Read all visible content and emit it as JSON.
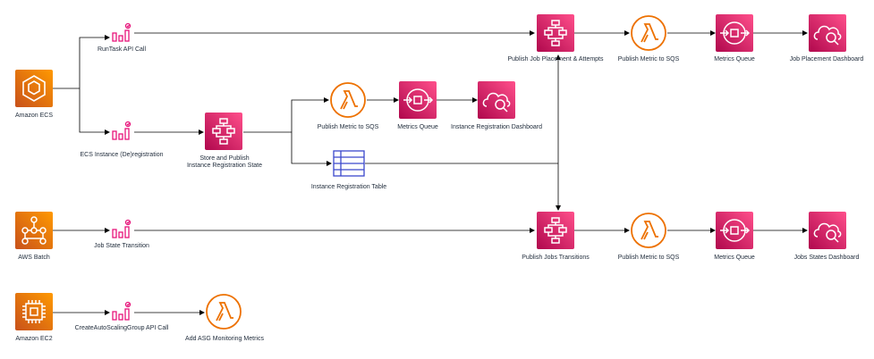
{
  "colors": {
    "compute": "#ed7100",
    "integration": "#e7157b",
    "database": "#3b48cc",
    "edge": "#000000"
  },
  "nodes": {
    "amazon_ecs": {
      "label": "Amazon ECS",
      "icon": "ecs-icon"
    },
    "aws_batch": {
      "label": "AWS Batch",
      "icon": "batch-icon"
    },
    "amazon_ec2": {
      "label": "Amazon EC2",
      "icon": "ec2-icon"
    },
    "runtask_event": {
      "label": "RunTask API Call",
      "icon": "eventbridge-event-icon"
    },
    "ecs_instance_event": {
      "label": "ECS Instance (De)registration",
      "icon": "eventbridge-event-icon"
    },
    "job_state_event": {
      "label": "Job State Transition",
      "icon": "eventbridge-event-icon"
    },
    "create_asg_event": {
      "label": "CreateAutoScalingGroup API Call",
      "icon": "eventbridge-event-icon"
    },
    "store_publish": {
      "label_line1": "Store and Publish",
      "label_line2": "Instance Registration State",
      "icon": "step-functions-icon"
    },
    "publish_metric_mid": {
      "label": "Publish Metric to SQS",
      "icon": "lambda-icon"
    },
    "metrics_queue_mid": {
      "label": "Metrics Queue",
      "icon": "sqs-icon"
    },
    "instance_reg_dashboard": {
      "label": "Instance Registration Dashboard",
      "icon": "cloudwatch-dashboard-icon"
    },
    "instance_reg_table": {
      "label": "Instance Registration Table",
      "icon": "dynamodb-table-icon"
    },
    "publish_job_placement": {
      "label": "Publish Job Placement & Attempts",
      "icon": "step-functions-icon"
    },
    "publish_metric_top": {
      "label": "Publish Metric to SQS",
      "icon": "lambda-icon"
    },
    "metrics_queue_top": {
      "label": "Metrics Queue",
      "icon": "sqs-icon"
    },
    "job_placement_dashboard": {
      "label": "Job Placement Dashboard",
      "icon": "cloudwatch-dashboard-icon"
    },
    "publish_jobs_transitions": {
      "label": "Publish Jobs Transitions",
      "icon": "step-functions-icon"
    },
    "publish_metric_bottom": {
      "label": "Publish Metric to SQS",
      "icon": "lambda-icon"
    },
    "metrics_queue_bottom": {
      "label": "Metrics Queue",
      "icon": "sqs-icon"
    },
    "jobs_states_dashboard": {
      "label": "Jobs States Dashboard",
      "icon": "cloudwatch-dashboard-icon"
    },
    "add_asg_metrics": {
      "label": "Add ASG Monitoring Metrics",
      "icon": "lambda-icon"
    }
  }
}
